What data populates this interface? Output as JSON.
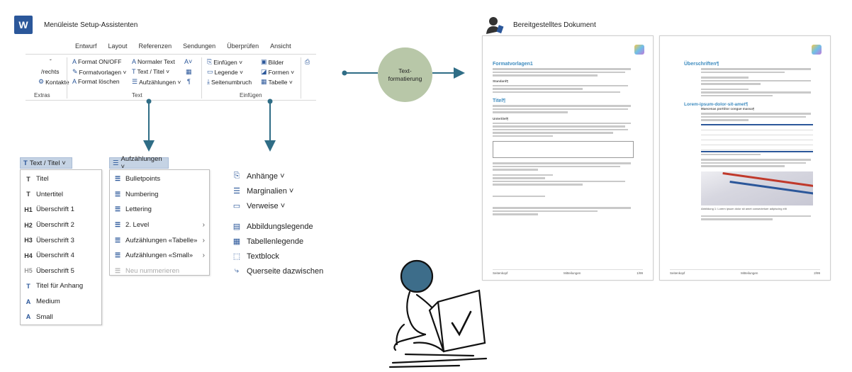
{
  "left_header": {
    "title": "Menüleiste Setup-Assistenten",
    "logo_letter": "W"
  },
  "right_header": {
    "title": "Bereitgestelltes Dokument"
  },
  "ribbon": {
    "tabs": [
      "Entwurf",
      "Layout",
      "Referenzen",
      "Sendungen",
      "Überprüfen",
      "Ansicht"
    ],
    "extras": [
      "/rechts",
      "Kontakte"
    ],
    "text_col1": [
      "Format ON/OFF",
      "Formatvorlagen ˅",
      "Format löschen"
    ],
    "text_col2": [
      "Normaler Text",
      "Text / Titel ˅",
      "Aufzählungen ˅"
    ],
    "einf_col1": [
      "Einfügen ˅",
      "Legende ˅",
      "Seitenumbruch"
    ],
    "einf_col2": [
      "Bilder",
      "Formen ˅",
      "Tabelle ˅"
    ],
    "groups": [
      "Extras",
      "Text",
      "Einfügen"
    ]
  },
  "menu_text": {
    "button": "Text / Titel ˅",
    "items": [
      {
        "icon": "T",
        "label": "Titel"
      },
      {
        "icon": "T",
        "label": "Untertitel"
      },
      {
        "icon": "H1",
        "label": "Überschrift 1"
      },
      {
        "icon": "H2",
        "label": "Überschrift 2"
      },
      {
        "icon": "H3",
        "label": "Überschrift 3"
      },
      {
        "icon": "H4",
        "label": "Überschrift 4"
      },
      {
        "icon": "H5",
        "label": "Überschrift 5"
      },
      {
        "icon": "T",
        "label": "Titel für Anhang"
      },
      {
        "icon": "A",
        "label": "Medium"
      },
      {
        "icon": "A",
        "label": "Small"
      }
    ]
  },
  "menu_list": {
    "button": "Aufzählungen ˅",
    "items": [
      {
        "label": "Bulletpoints",
        "sub": false,
        "disabled": false
      },
      {
        "label": "Numbering",
        "sub": false,
        "disabled": false
      },
      {
        "label": "Lettering",
        "sub": false,
        "disabled": false
      },
      {
        "label": "2. Level",
        "sub": true,
        "disabled": false
      },
      {
        "label": "Aufzählungen «Tabelle»",
        "sub": true,
        "disabled": false
      },
      {
        "label": "Aufzählungen «Small»",
        "sub": true,
        "disabled": false
      },
      {
        "label": "Neu nummerieren",
        "sub": false,
        "disabled": true
      }
    ]
  },
  "insert_list": {
    "dropdowns": [
      "Anhänge ˅",
      "Marginalien ˅",
      "Verweise ˅"
    ],
    "items": [
      "Abbildungslegende",
      "Tabellenlegende",
      "Textblock",
      "Querseite dazwischen"
    ]
  },
  "circle_label": [
    "Text-",
    "formatierung"
  ],
  "doc1": {
    "title": "Formatvorlagen1",
    "subhead": "Standard¶",
    "h1": "Titel¶",
    "sub2": "Untertitel¶",
    "footer": [
      "Seitenkopf",
      "Mitteilungen",
      "1/99"
    ]
  },
  "doc2": {
    "h1": "Überschriften¶",
    "h2": "Lorem-ipsum-dolor-sit-amet¶",
    "h21": "Maecenas porttitor congue massa¶",
    "caption": "Abbildung 1: Lorem ipsum dolor sit amet consectetuer adipiscing elit",
    "footer": [
      "Seitenkopf",
      "Mitteilungen",
      "2/99"
    ]
  },
  "colors": {
    "accent": "#2b579a",
    "circle": "#b8c7a8",
    "arrow": "#2f6d86",
    "menu_head": "#c5d3e4"
  }
}
